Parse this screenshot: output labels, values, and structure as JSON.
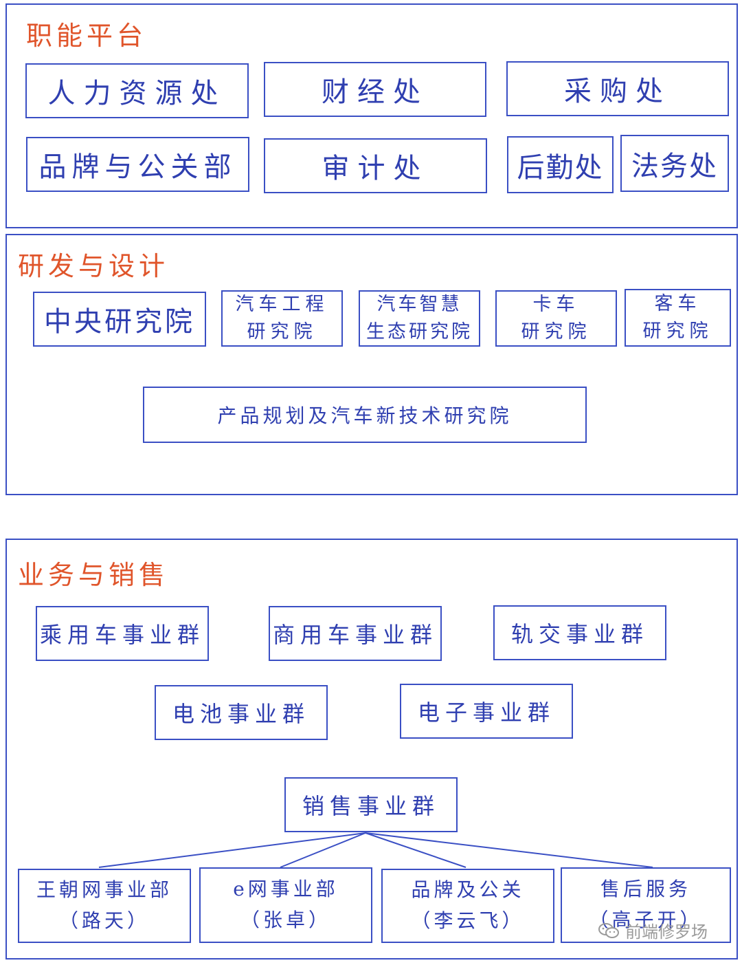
{
  "sections": {
    "functional": {
      "title": "职能平台",
      "units": [
        "人力资源处",
        "财经处",
        "采购处",
        "品牌与公关部",
        "审计处",
        "后勤处",
        "法务处"
      ]
    },
    "rnd": {
      "title": "研发与设计",
      "central": "中央研究院",
      "auto_eng": [
        "汽车工程",
        "研究院"
      ],
      "smart_eco": [
        "汽车智慧",
        "生态研究院"
      ],
      "truck": [
        "卡车",
        "研究院"
      ],
      "bus": [
        "客车",
        "研究院"
      ],
      "planning": "产品规划及汽车新技术研究院"
    },
    "business": {
      "title": "业务与销售",
      "groups": [
        "乘用车事业群",
        "商用车事业群",
        "轨交事业群",
        "电池事业群",
        "电子事业群"
      ],
      "sales": "销售事业群",
      "sales_units": [
        {
          "name": "王朝网事业部",
          "lead": "（路天）"
        },
        {
          "name": "e网事业部",
          "lead": "（张卓）"
        },
        {
          "name": "品牌及公关",
          "lead": "（李云飞）"
        },
        {
          "name": "售后服务",
          "lead": "（高子开）"
        }
      ]
    }
  },
  "watermark": "前端修罗场",
  "colors": {
    "box": "#3a4fc4",
    "text": "#2f3fb0",
    "title": "#e0552b"
  }
}
